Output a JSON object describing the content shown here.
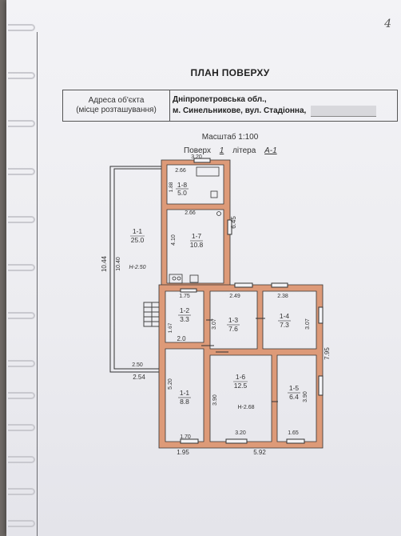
{
  "page_number": "4",
  "document": {
    "title": "ПЛАН ПОВЕРХУ",
    "address_label_line1": "Адреса об'єкта",
    "address_label_line2": "(місце розташування)",
    "address_line1": "Дніпропетровська обл.,",
    "address_line2": "м. Синельникове, вул. Стадіонна,",
    "scale": "Масштаб 1:100",
    "floor_label": "Поверх",
    "floor_value": "1",
    "litera_label": "літера",
    "litera_value": "А-1"
  },
  "rooms": [
    {
      "id": "1-1",
      "area": "25.0",
      "height": "H-2.50"
    },
    {
      "id": "1-8",
      "area": "5.0"
    },
    {
      "id": "1-7",
      "area": "10.8"
    },
    {
      "id": "1-2",
      "area": "3.3"
    },
    {
      "id": "1-3",
      "area": "7.6"
    },
    {
      "id": "1-4",
      "area": "7.3"
    },
    {
      "id": "1-1",
      "area": "8.8"
    },
    {
      "id": "1-6",
      "area": "12.5",
      "height": "H-2.68"
    },
    {
      "id": "1-5",
      "area": "6.4"
    }
  ],
  "dimensions": {
    "top_outer": "3.20",
    "room8_width": "2.66",
    "room8_depth": "1.88",
    "room7_width": "2.66",
    "room7_depth": "4.10",
    "right_upper": "6.45",
    "veranda_outer": "10.44",
    "veranda_inner": "10.40",
    "veranda_bottom_inner": "2.50",
    "veranda_bottom_outer": "2.54",
    "room2_width": "1.75",
    "room2_depth": "1.67",
    "room3_width": "2.49",
    "room3_depth": "3.07",
    "room4_width": "2.38",
    "room4_depth": "3.07",
    "corridor": "2.0",
    "right_outer": "7.95",
    "room11_depth": "5.20",
    "room11_width": "1.70",
    "room6_depth": "3.90",
    "room6_width": "3.20",
    "room5_depth": "3.90",
    "room5_width": "1.65",
    "bottom_left": "1.95",
    "bottom_right": "5.92"
  }
}
